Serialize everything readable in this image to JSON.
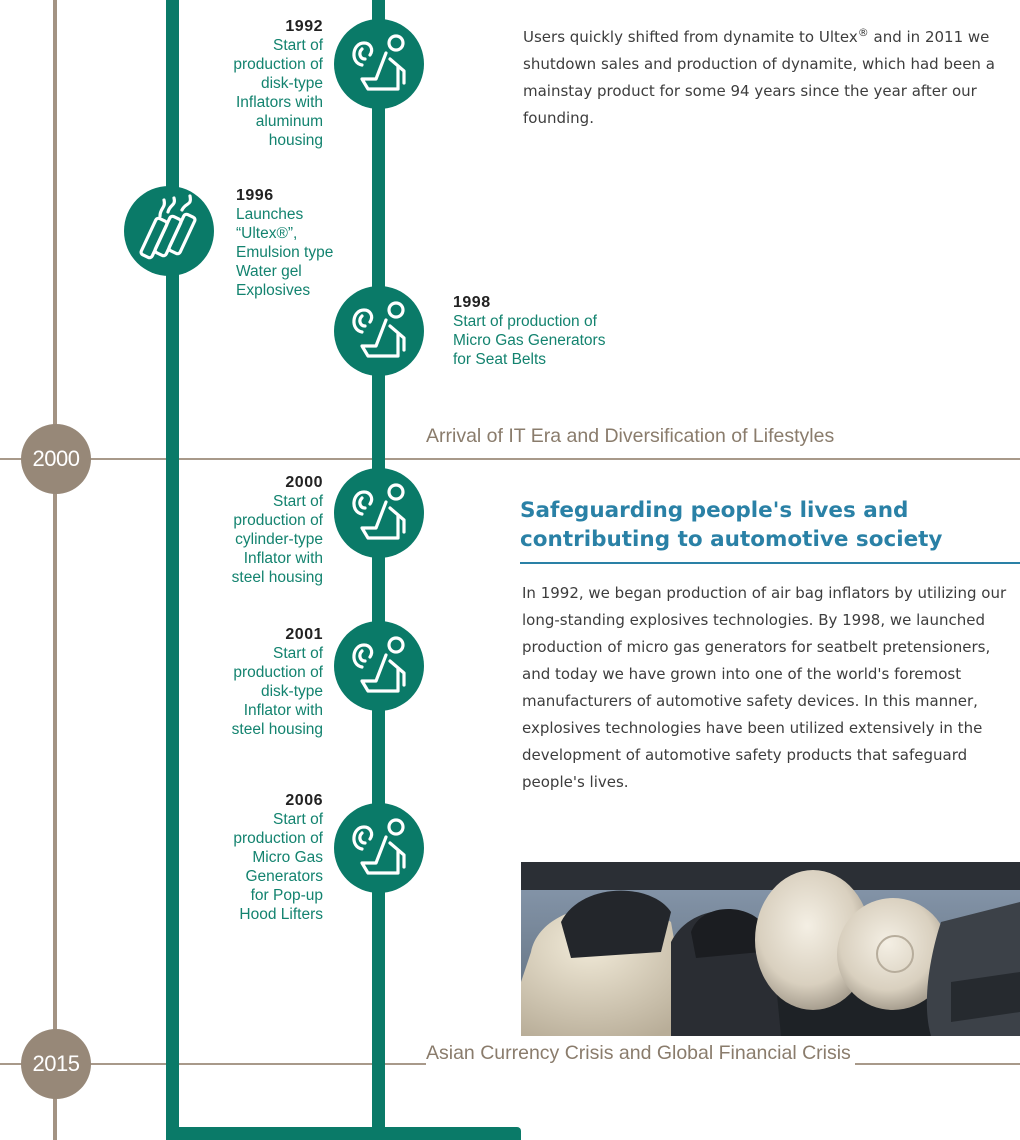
{
  "eras": {
    "it_era": {
      "year": "2000",
      "label": "Arrival of IT Era and Diversification of Lifestyles"
    },
    "crisis_era": {
      "year": "2015",
      "label": "Asian Currency Crisis and Global Financial Crisis"
    }
  },
  "events": [
    {
      "year": "1992",
      "lines": [
        "Start of",
        "production of",
        "disk-type",
        "Inflators with",
        "aluminum",
        "housing"
      ],
      "icon": "seat-airbag-icon"
    },
    {
      "year": "1996",
      "lines": [
        "Launches",
        "“Ultex®”,",
        "Emulsion type",
        "Water gel",
        "Explosives"
      ],
      "icon": "dynamite-icon"
    },
    {
      "year": "1998",
      "lines": [
        "Start of production of",
        "Micro Gas Generators",
        "for Seat Belts"
      ],
      "icon": "seat-airbag-icon"
    },
    {
      "year": "2000",
      "lines": [
        "Start of",
        "production of",
        "cylinder-type",
        "Inflator with",
        "steel housing"
      ],
      "icon": "seat-airbag-icon"
    },
    {
      "year": "2001",
      "lines": [
        "Start of",
        "production of",
        "disk-type",
        "Inflator with",
        "steel housing"
      ],
      "icon": "seat-airbag-icon"
    },
    {
      "year": "2006",
      "lines": [
        "Start of",
        "production of",
        "Micro Gas",
        "Generators",
        "for Pop-up",
        "Hood Lifters"
      ],
      "icon": "seat-airbag-icon"
    }
  ],
  "intro_paragraph": {
    "before_reg": "Users quickly shifted from dynamite to Ultex",
    "reg": "®",
    "after_reg": " and in 2011 we shutdown sales and production of dynamite, which had been a mainstay product for some 94 years since the year after our founding."
  },
  "section": {
    "heading": "Safeguarding people's lives and contributing to automotive society",
    "body": "In 1992, we began production of air bag inflators by utilizing our long-standing explosives technologies. By 1998, we launched production of micro gas generators for seatbelt pretensioners, and today we have grown into one of the world's foremost manufacturers of automotive safety devices. In this manner, explosives technologies have been utilized extensively in the development of automotive safety products that safeguard people's lives."
  },
  "colors": {
    "timeline_green": "#0a7a68",
    "era_brown": "#978878",
    "heading_blue": "#2a81a6"
  }
}
